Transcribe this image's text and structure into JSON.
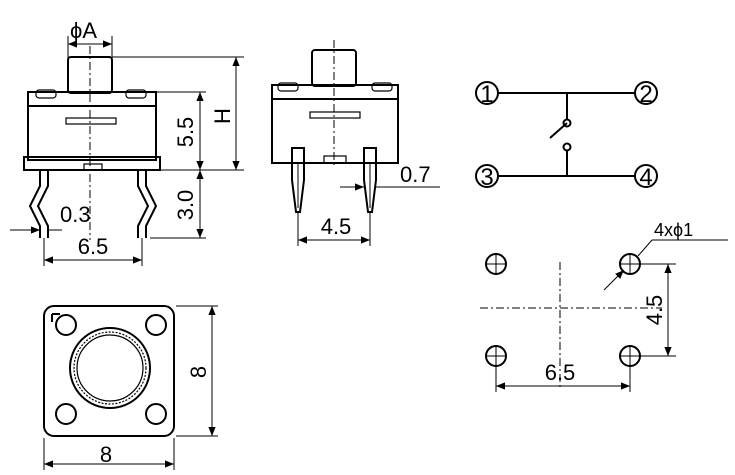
{
  "side_view": {
    "diameter_label": "ϕA",
    "dim_height": "H",
    "dim_body_height": "5.5",
    "dim_lead_length": "3.0",
    "dim_lead_thickness": "0.3",
    "dim_lead_spacing": "6.5"
  },
  "front_view": {
    "dim_lead_width": "0.7",
    "dim_lead_spacing": "4.5"
  },
  "top_view": {
    "dim_width": "8",
    "dim_height": "8"
  },
  "schematic": {
    "pins": [
      "1",
      "2",
      "3",
      "4"
    ]
  },
  "footprint": {
    "hole_spec": "4xϕ1",
    "dim_vertical": "4.5",
    "dim_horizontal": "6.5"
  }
}
